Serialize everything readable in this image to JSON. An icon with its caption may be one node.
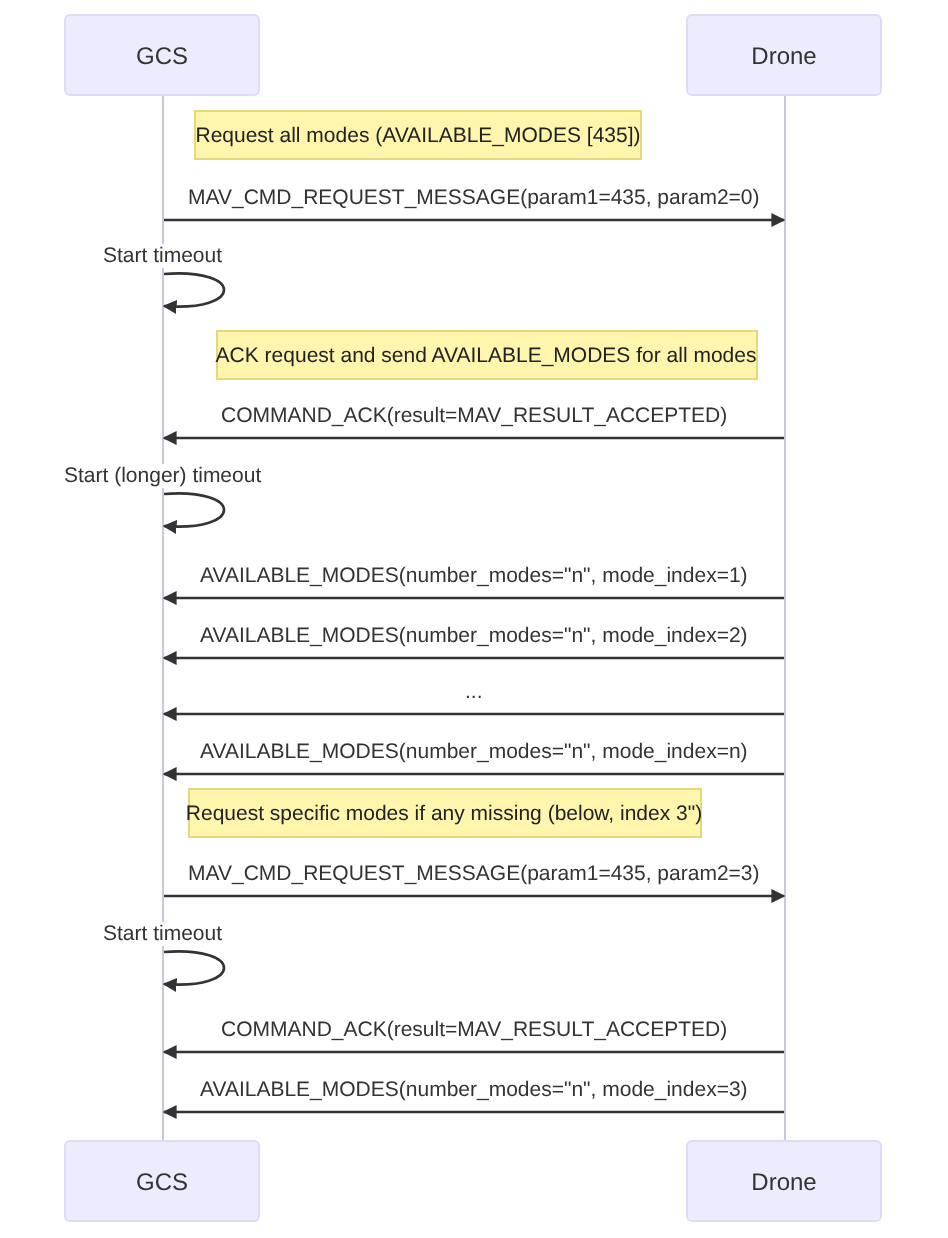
{
  "diagram": {
    "nodes": [
      {
        "text": [
          "GCS"
        ]
      },
      {
        "text": [
          "Drone"
        ]
      },
      {
        "text": [],
        "shape": "bar"
      },
      {
        "text": [],
        "shape": "bar"
      },
      {
        "text": [
          "Request all modes (AVAILABLE_MODES [435])"
        ]
      },
      {
        "text": [
          "ACK request and send AVAILABLE_MODES for all modes"
        ]
      },
      {
        "text": [
          "Request specific modes if any missing (below, index 3\")"
        ]
      },
      {
        "text": [
          "GCS"
        ]
      },
      {
        "text": [
          "Drone"
        ]
      }
    ],
    "edges": [
      {
        "from": 2,
        "to": 3,
        "arrow": "to",
        "label": "MAV_CMD_REQUEST_MESSAGE(param1=435, param2=0)"
      },
      {
        "from": 2,
        "to": 2,
        "arrow": "to",
        "label": "Start timeout"
      },
      {
        "from": 3,
        "to": 2,
        "arrow": "to",
        "label": "COMMAND_ACK(result=MAV_RESULT_ACCEPTED)"
      },
      {
        "from": 2,
        "to": 2,
        "arrow": "to",
        "label": "Start (longer) timeout"
      },
      {
        "from": 3,
        "to": 2,
        "arrow": "to",
        "label": "AVAILABLE_MODES(number_modes=\"n\", mode_index=1)"
      },
      {
        "from": 3,
        "to": 2,
        "arrow": "to",
        "label": "AVAILABLE_MODES(number_modes=\"n\", mode_index=2)"
      },
      {
        "from": 3,
        "to": 2,
        "arrow": "to",
        "label": "..."
      },
      {
        "from": 3,
        "to": 2,
        "arrow": "to",
        "label": "AVAILABLE_MODES(number_modes=\"n\", mode_index=n)"
      },
      {
        "from": 2,
        "to": 3,
        "arrow": "to",
        "label": "MAV_CMD_REQUEST_MESSAGE(param1=435, param2=3)"
      },
      {
        "from": 2,
        "to": 2,
        "arrow": "to",
        "label": "Start timeout"
      },
      {
        "from": 3,
        "to": 2,
        "arrow": "to",
        "label": "COMMAND_ACK(result=MAV_RESULT_ACCEPTED)"
      },
      {
        "from": 3,
        "to": 2,
        "arrow": "to",
        "label": "AVAILABLE_MODES(number_modes=\"n\", mode_index=3)"
      }
    ]
  }
}
